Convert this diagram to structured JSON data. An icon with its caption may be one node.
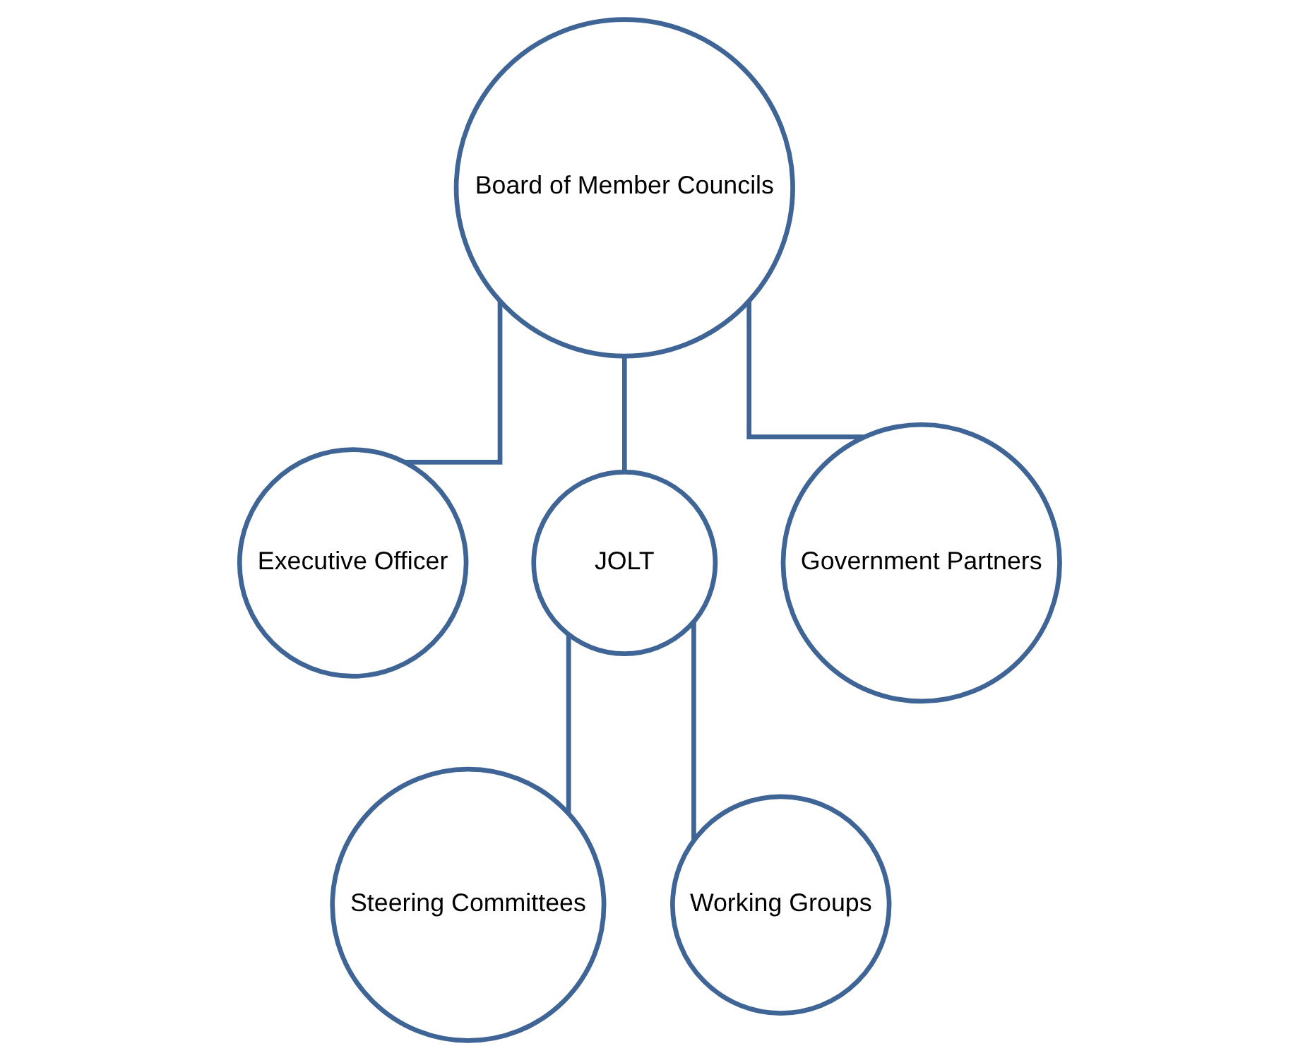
{
  "diagram": {
    "nodes": [
      {
        "text": [
          "Board of Member Councils"
        ]
      },
      {
        "text": [
          "Executive Officer"
        ]
      },
      {
        "text": [
          "JOLT"
        ]
      },
      {
        "text": [
          "Government Partners"
        ]
      },
      {
        "text": [
          "Steering Committees"
        ]
      },
      {
        "text": [
          "Working Groups"
        ]
      }
    ],
    "edges": [
      {
        "from": 0,
        "to": 1,
        "arrow": "none"
      },
      {
        "from": 0,
        "to": 2,
        "arrow": "none"
      },
      {
        "from": 0,
        "to": 3,
        "arrow": "none"
      },
      {
        "from": 2,
        "to": 4,
        "arrow": "none"
      },
      {
        "from": 2,
        "to": 5,
        "arrow": "none"
      }
    ]
  }
}
